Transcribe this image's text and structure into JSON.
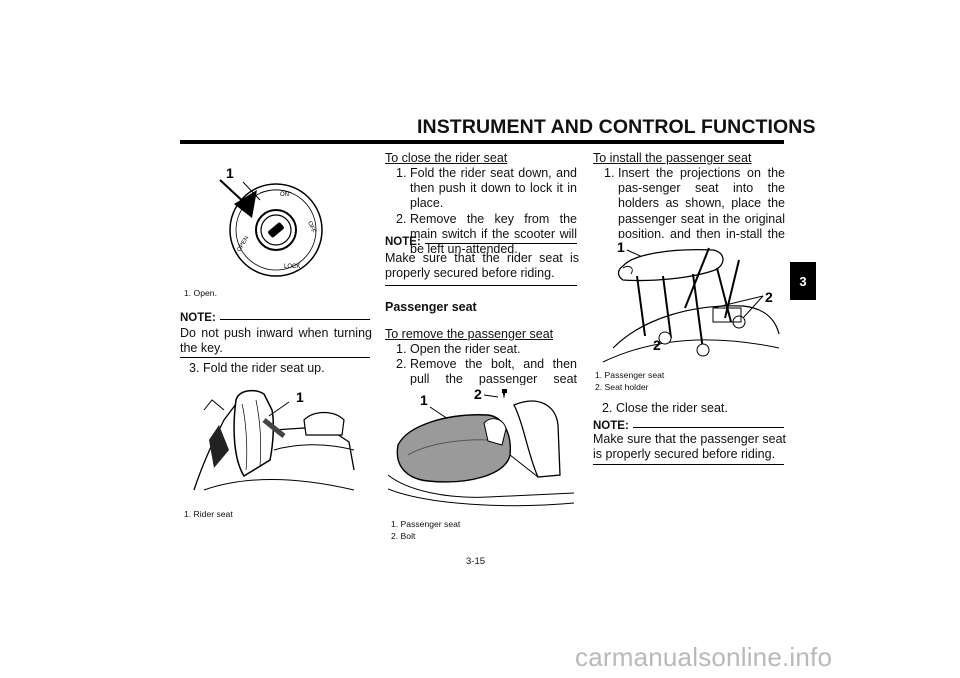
{
  "header": {
    "title": "INSTRUMENT AND CONTROL FUNCTIONS",
    "tab": "3"
  },
  "col1": {
    "fig1": {
      "callout": "1",
      "captions": [
        "1. Open."
      ],
      "switch_labels": [
        "ON",
        "OFF",
        "LOCK",
        "OPEN"
      ]
    },
    "note": {
      "label": "NOTE:",
      "text": "Do not push inward when turning the key."
    },
    "step3": {
      "num": "3.",
      "text": "Fold the rider seat up."
    },
    "fig2": {
      "callout": "1",
      "captions": [
        "1. Rider seat"
      ]
    }
  },
  "col2": {
    "close_heading": "To close the rider seat",
    "close_steps": [
      {
        "num": "1.",
        "text": "Fold the rider seat down, and then push it down to lock it in place."
      },
      {
        "num": "2.",
        "text": "Remove the key from the main switch if the scooter will be left un-attended."
      }
    ],
    "note": {
      "label": "NOTE:",
      "text": "Make sure that the rider seat is properly secured before riding."
    },
    "section_title": "Passenger seat",
    "remove_heading": "To remove the passenger seat",
    "remove_steps": [
      {
        "num": "1.",
        "text": "Open the rider seat."
      },
      {
        "num": "2.",
        "text": "Remove the bolt, and then pull the passenger seat forward."
      }
    ],
    "fig3": {
      "callouts": [
        "1",
        "2"
      ],
      "captions": [
        "1. Passenger seat",
        "2. Bolt"
      ]
    }
  },
  "col3": {
    "install_heading": "To install the passenger seat",
    "install_steps": [
      {
        "num": "1.",
        "text": "Insert the projections on the pas-senger seat into the holders as shown, place the passenger seat in the original position, and then in-stall the bolt."
      }
    ],
    "fig4": {
      "callouts": [
        "1",
        "2",
        "2"
      ],
      "captions": [
        "1. Passenger seat",
        "2. Seat holder"
      ]
    },
    "step2": {
      "num": "2.",
      "text": "Close the rider seat."
    },
    "note": {
      "label": "NOTE:",
      "text": "Make sure that the passenger seat is properly secured before riding."
    }
  },
  "footer": {
    "page": "3-15"
  },
  "watermark": "carmanualsonline.info"
}
